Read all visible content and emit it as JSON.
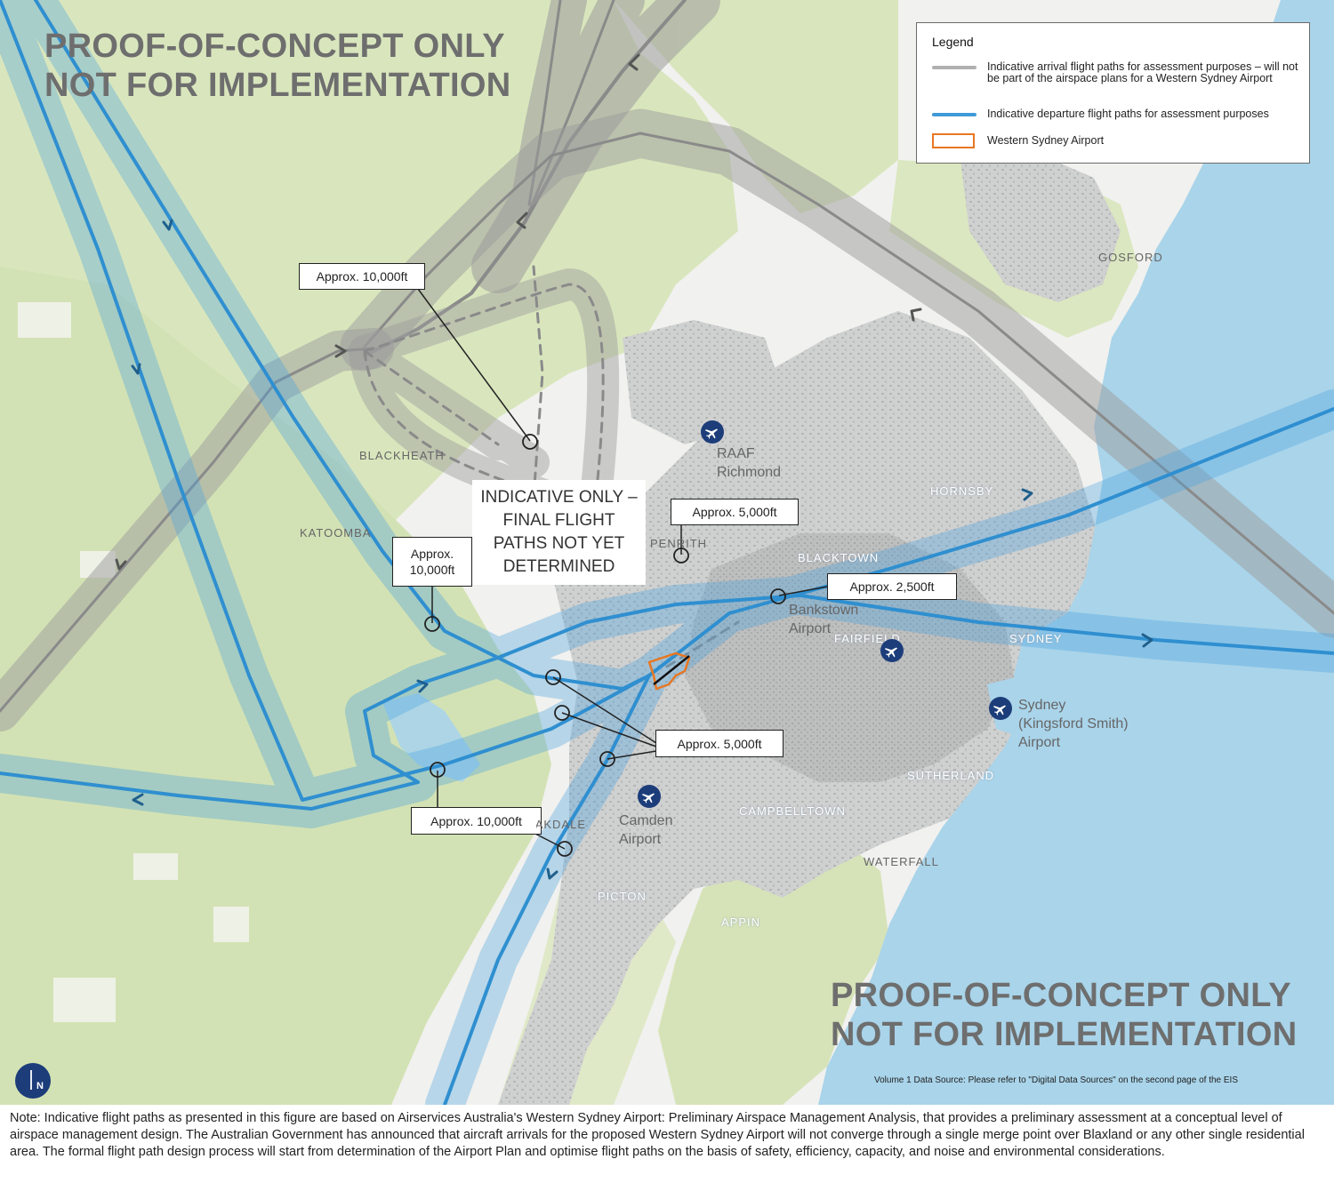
{
  "watermark": {
    "line1": "PROOF-OF-CONCEPT ONLY",
    "line2": "NOT FOR IMPLEMENTATION"
  },
  "legend": {
    "title": "Legend",
    "arrival": "Indicative arrival flight paths for assessment purposes – will not be part of the airspace plans for a Western Sydney Airport",
    "departure": "Indicative departure flight paths for assessment purposes",
    "airport": "Western Sydney Airport",
    "colors": {
      "arrival": "#b0b0b0",
      "departure": "#3f9ad8",
      "airport": "#e87722"
    }
  },
  "callouts": {
    "c1": "Approx. 10,000ft",
    "c2_line1": "Approx.",
    "c2_line2": "10,000ft",
    "c3": "Approx. 5,000ft",
    "c4": "Approx. 2,500ft",
    "c5": "Approx. 5,000ft",
    "c6": "Approx. 10,000ft"
  },
  "indicative": {
    "line1": "INDICATIVE ONLY –",
    "line2": "FINAL FLIGHT",
    "line3": "PATHS NOT YET",
    "line4": "DETERMINED"
  },
  "places": {
    "gosford": "GOSFORD",
    "blackheath": "BLACKHEATH",
    "katoomba": "KATOOMBA",
    "hornsby": "HORNSBY",
    "penrith": "PENRITH",
    "blacktown": "BLACKTOWN",
    "fairfield": "FAIRFIELD",
    "sydney": "SYDNEY",
    "sutherland": "SUTHERLAND",
    "campbelltown": "CAMPBELLTOWN",
    "waterfall": "WATERFALL",
    "oakdale": "OAKDALE",
    "picton": "PICTON",
    "appin": "APPIN"
  },
  "airports": {
    "richmond_l1": "RAAF",
    "richmond_l2": "Richmond",
    "bankstown_l1": "Bankstown",
    "bankstown_l2": "Airport",
    "kingsford_l1": "Sydney",
    "kingsford_l2": "(Kingsford Smith)",
    "kingsford_l3": "Airport",
    "camden_l1": "Camden",
    "camden_l2": "Airport"
  },
  "icons": [
    "airport-plane-icon",
    "north-arrow-icon"
  ],
  "north_label": "N",
  "source": "Volume 1 Data Source: Please refer to \"Digital Data Sources\" on the second page of the EIS",
  "note": "Note: Indicative flight paths as presented in this figure are based on Airservices Australia's Western Sydney Airport: Preliminary Airspace Management Analysis, that provides a preliminary assessment at a conceptual level of airspace management design. The Australian Government has announced that aircraft arrivals for the proposed Western Sydney Airport will not converge through a single merge point over Blaxland or any other single residential area. The formal flight path design process will start from determination of the Airport Plan and optimise flight paths on the basis of safety, efficiency, capacity, and noise and environmental considerations."
}
